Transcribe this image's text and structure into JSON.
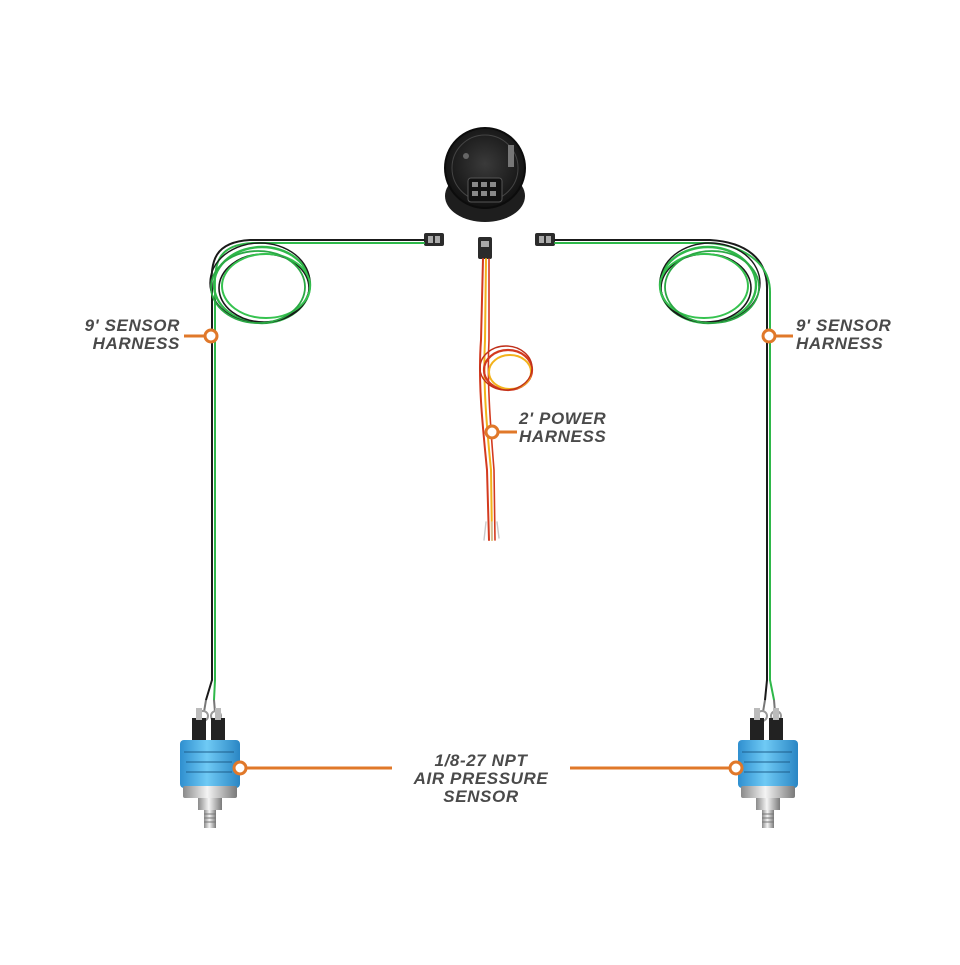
{
  "labels": {
    "sensor_harness_left": {
      "line1": "9' SENSOR",
      "line2": "HARNESS"
    },
    "sensor_harness_right": {
      "line1": "9' SENSOR",
      "line2": "HARNESS"
    },
    "power_harness": {
      "line1": "2' POWER",
      "line2": "HARNESS"
    },
    "air_pressure_sensor": {
      "line1": "1/8-27 NPT",
      "line2": "AIR PRESSURE",
      "line3": "SENSOR"
    }
  },
  "colors": {
    "callout": "#e0782a",
    "label_text": "#4a4a4a",
    "wire_green": "#2fb84a",
    "wire_black": "#1a1a1a",
    "wire_red": "#d33a1f",
    "wire_yellow": "#f2b21c",
    "sensor_blue": "#4fb3e8",
    "gauge_body": "#2a2a2a"
  },
  "icons": {
    "gauge": "gauge-back-icon",
    "connector": "connector-plug-icon",
    "sensor": "pressure-sensor-icon"
  }
}
